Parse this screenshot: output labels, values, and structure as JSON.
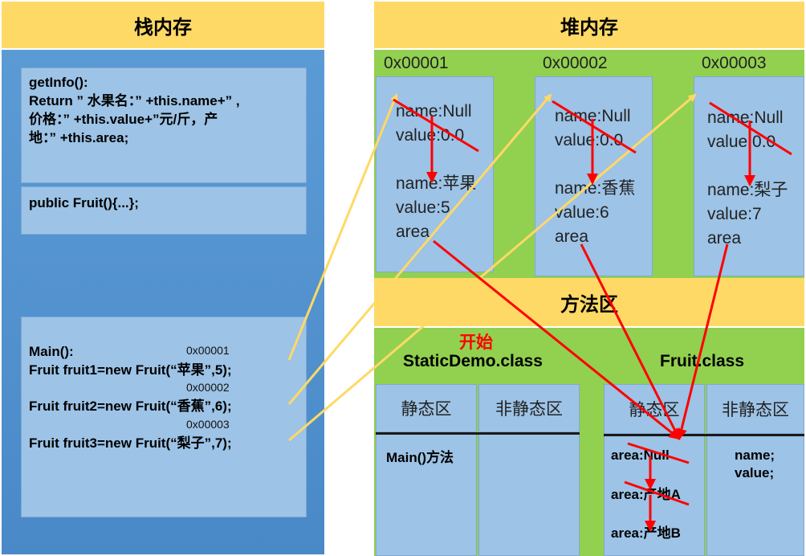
{
  "stack": {
    "title": "栈内存",
    "getinfo_lines": [
      "getInfo():",
      "Return ” 水果名：” +this.name+” ,",
      "价格：” +this.value+”元/斤，产",
      "地：” +this.area;"
    ],
    "constructor": "public Fruit(){...};",
    "main_title": "Main():",
    "addresses": [
      "0x00001",
      "0x00002",
      "0x00003"
    ],
    "main_lines": [
      "Fruit fruit1=new Fruit(“苹果”,5);",
      "Fruit fruit2=new Fruit(“香蕉”,6);",
      "Fruit fruit3=new Fruit(“梨子”,7);"
    ]
  },
  "heap": {
    "title": "堆内存",
    "objects": [
      {
        "address": "0x00001",
        "old_name": "name:Null",
        "old_value": "value:0.0",
        "name": "name:苹果",
        "value": "value:5",
        "area": "area"
      },
      {
        "address": "0x00002",
        "old_name": "name:Null",
        "old_value": "value:0.0",
        "name": "name:香蕉",
        "value": "value:6",
        "area": "area"
      },
      {
        "address": "0x00003",
        "old_name": "name:Null",
        "old_value": "value:0.0",
        "name": "name:梨子",
        "value": "value:7",
        "area": "area"
      }
    ]
  },
  "method_area": {
    "title": "方法区",
    "start_label": "开始",
    "static_demo": {
      "class_name": "StaticDemo.class",
      "static_label": "静态区",
      "nonstatic_label": "非静态区",
      "static_content": "Main()方法"
    },
    "fruit": {
      "class_name": "Fruit.class",
      "static_label": "静态区",
      "nonstatic_label": "非静态区",
      "static_items": [
        "area:Null",
        "area:产地A",
        "area:产地B"
      ],
      "nonstatic_items": [
        "name;",
        "value;"
      ]
    }
  },
  "colors": {
    "header": "#ffd966",
    "stack": "#5b9bd5",
    "box": "#9dc3e6",
    "green": "#92d050",
    "red": "#ff0000",
    "arrow_yellow": "#ffd966"
  }
}
